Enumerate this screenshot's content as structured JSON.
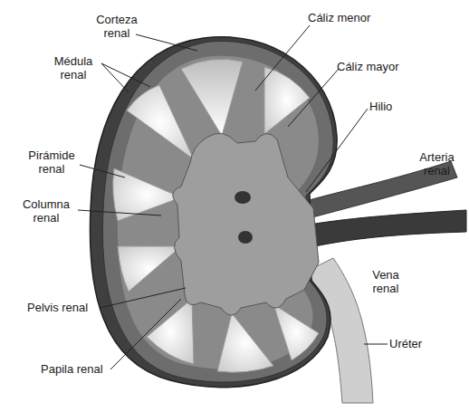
{
  "diagram": {
    "labels": [
      "Corteza renal",
      "Médula renal",
      "Pirámide renal",
      "Columna renal",
      "Pelvis renal",
      "Papila renal",
      "Cáliz menor",
      "Cáliz mayor",
      "Hilio",
      "Arteria renal",
      "Vena renal",
      "Uréter"
    ]
  }
}
